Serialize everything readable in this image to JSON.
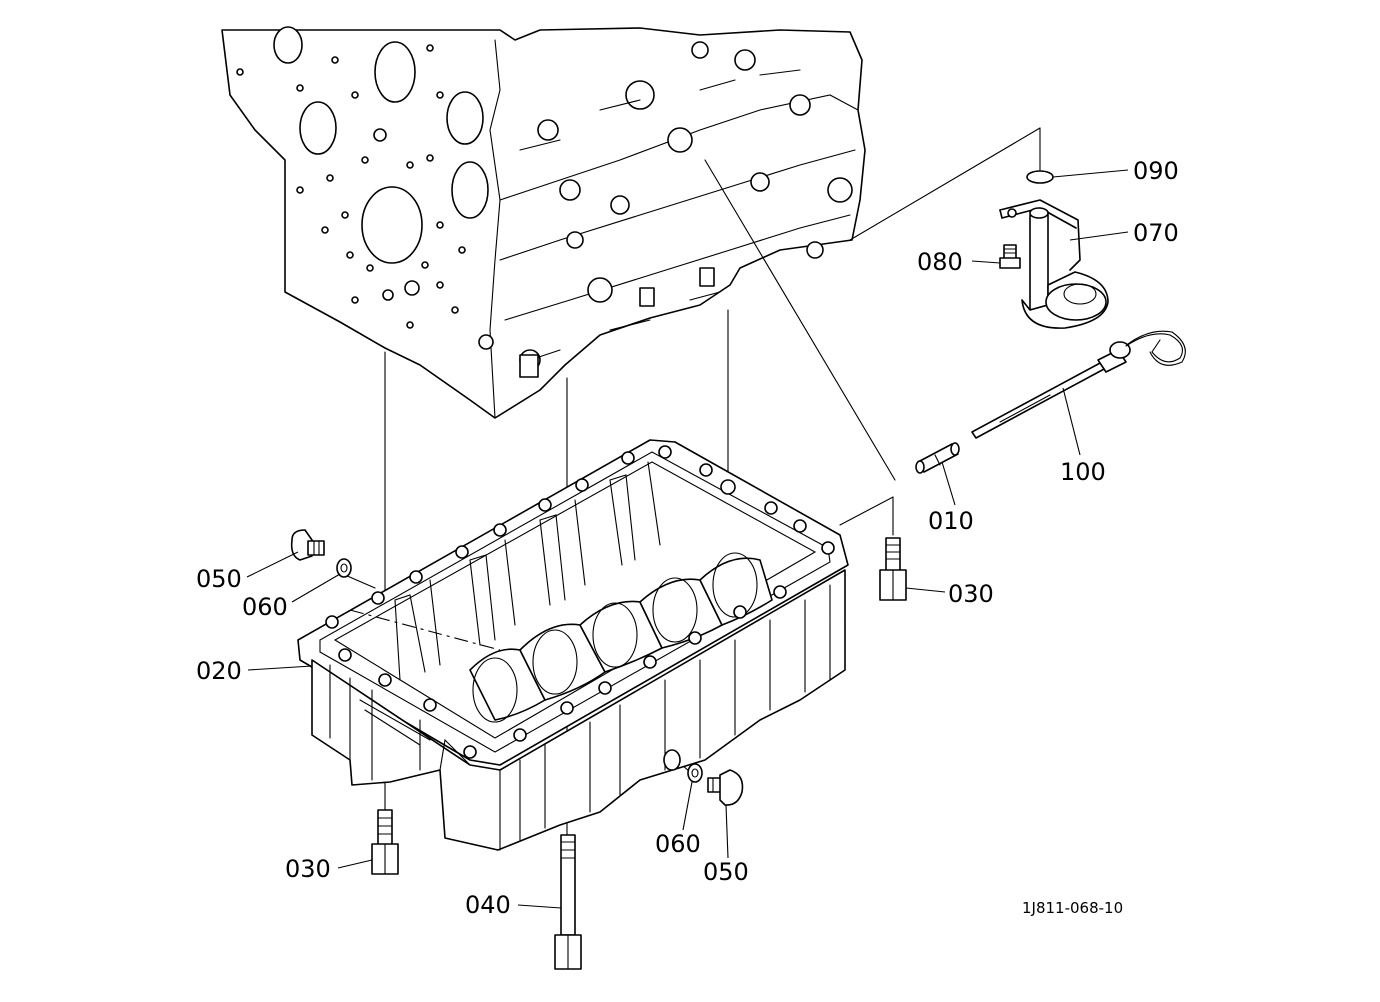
{
  "callouts": {
    "p090": "090",
    "p070": "070",
    "p080": "080",
    "p100": "100",
    "p010": "010",
    "p030_right": "030",
    "p050_left": "050",
    "p060_left": "060",
    "p020": "020",
    "p060_bottom": "060",
    "p050_bottom": "050",
    "p030_bottom": "030",
    "p040": "040"
  },
  "drawing_id": "1J811-068-10"
}
